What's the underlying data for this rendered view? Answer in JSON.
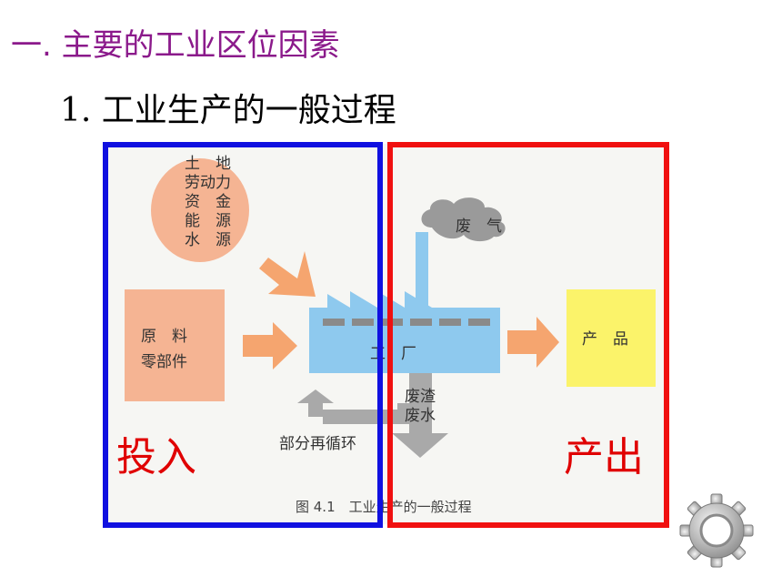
{
  "heading": "一. 主要的工业区位因素",
  "subheading": "1. 工业生产的一般过程",
  "diagram": {
    "inputs_circle": [
      "土　地",
      "劳动力",
      "资　金",
      "能　源",
      "水　源"
    ],
    "materials": [
      "原　料",
      "零部件"
    ],
    "factory": "工　厂",
    "product": "产　品",
    "exhaust": "废　气",
    "waste": [
      "废渣",
      "废水"
    ],
    "recycle": "部分再循环",
    "caption": "图 4.1　工业生产的一般过程"
  },
  "labels": {
    "input": "投入",
    "output": "产出"
  },
  "colors": {
    "heading": "#8b1a8b",
    "input_frame": "#1010e0",
    "output_frame": "#f01010",
    "factory": "#8ec9ee",
    "peach": "#f5b493",
    "product": "#fbf36a"
  }
}
